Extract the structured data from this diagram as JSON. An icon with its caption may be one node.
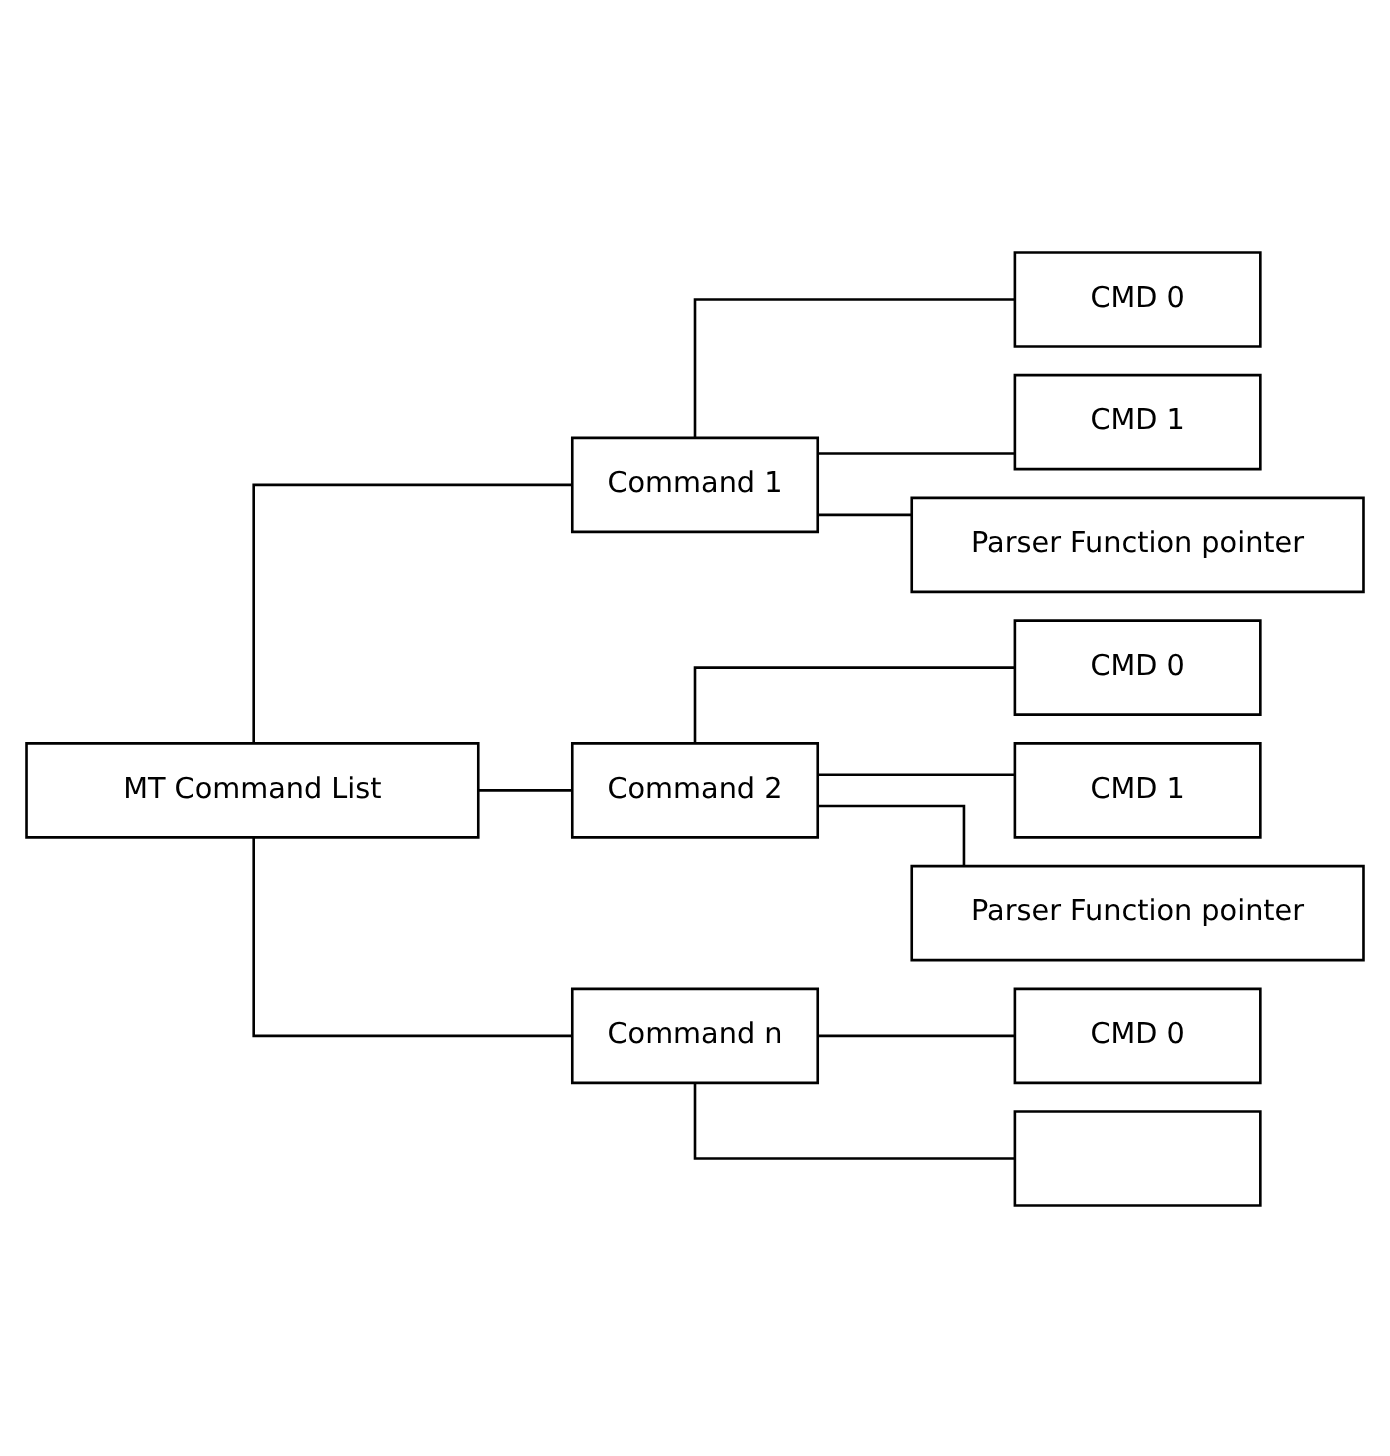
{
  "diagram": {
    "nodes": [
      {
        "text": [
          "MT Command List"
        ]
      },
      {
        "text": [
          "Command 1"
        ]
      },
      {
        "text": [
          "CMD 0"
        ]
      },
      {
        "text": [
          "CMD 1"
        ]
      },
      {
        "text": [
          "Parser Function pointer"
        ]
      },
      {
        "text": [
          "Command 2"
        ]
      },
      {
        "text": [
          "CMD 0"
        ]
      },
      {
        "text": [
          "CMD 1"
        ]
      },
      {
        "text": [
          "Parser Function pointer"
        ]
      },
      {
        "text": [
          "Command n"
        ]
      },
      {
        "text": [
          "CMD 0"
        ]
      },
      {
        "text": [],
        "shape": "box"
      }
    ],
    "edges": [
      {
        "from": 0,
        "to": 1,
        "arrow": "none"
      },
      {
        "from": 1,
        "to": 2,
        "arrow": "none"
      },
      {
        "from": 1,
        "to": 3,
        "arrow": "none"
      },
      {
        "from": 1,
        "to": 4,
        "arrow": "none"
      },
      {
        "from": 0,
        "to": 5,
        "arrow": "none"
      },
      {
        "from": 5,
        "to": 6,
        "arrow": "none"
      },
      {
        "from": 5,
        "to": 7,
        "arrow": "none"
      },
      {
        "from": 5,
        "to": 8,
        "arrow": "none"
      },
      {
        "from": 0,
        "to": 9,
        "arrow": "none"
      },
      {
        "from": 9,
        "to": 10,
        "arrow": "none"
      },
      {
        "from": 9,
        "to": 11,
        "arrow": "none"
      }
    ]
  }
}
